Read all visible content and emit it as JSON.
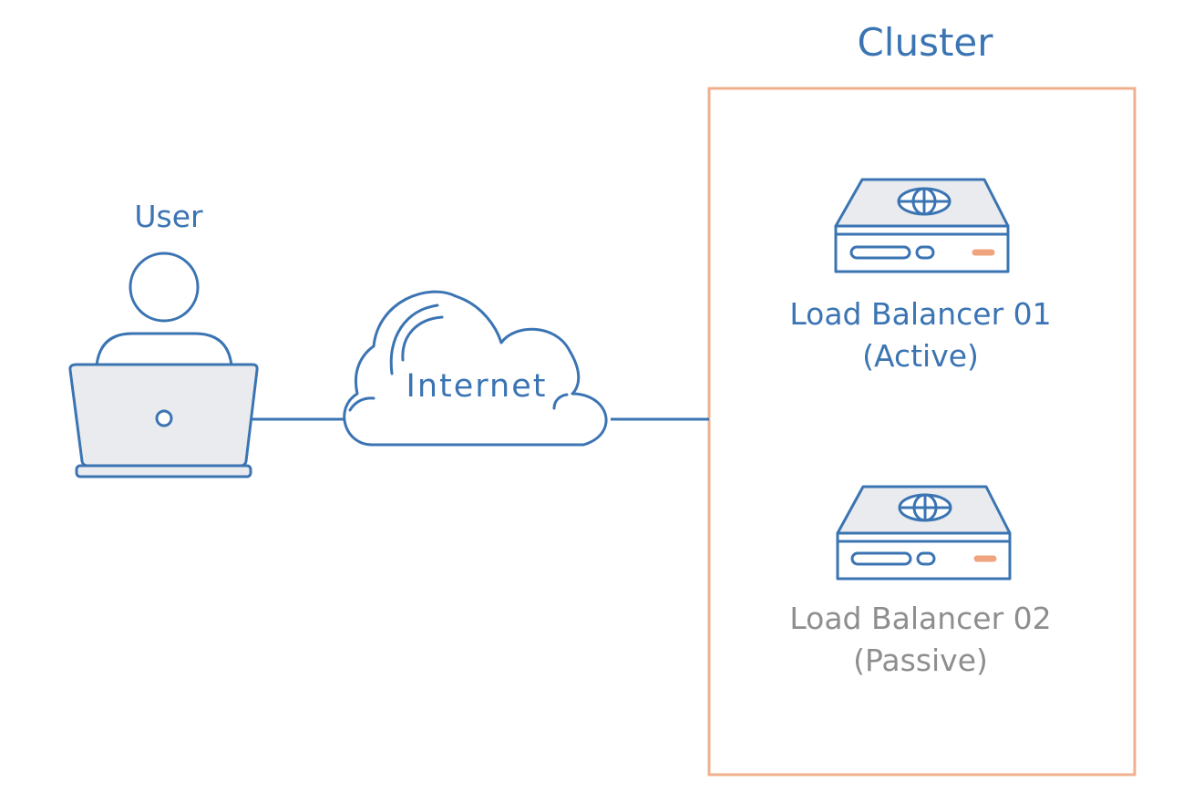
{
  "cluster": {
    "title": "Cluster",
    "border_color": "#f0b08e"
  },
  "user": {
    "label": "User",
    "icon": "user-with-laptop-icon"
  },
  "internet": {
    "label": "Internet",
    "icon": "cloud-icon"
  },
  "load_balancers": [
    {
      "name": "Load Balancer 01",
      "status": "(Active)",
      "icon": "load-balancer-server-icon"
    },
    {
      "name": "Load Balancer 02",
      "status": "(Passive)",
      "icon": "load-balancer-server-icon"
    }
  ],
  "colors": {
    "primary": "#3b74b3",
    "passive_text": "#8e8e8e",
    "accent": "#f0b08e",
    "fill": "#e9ebee"
  }
}
